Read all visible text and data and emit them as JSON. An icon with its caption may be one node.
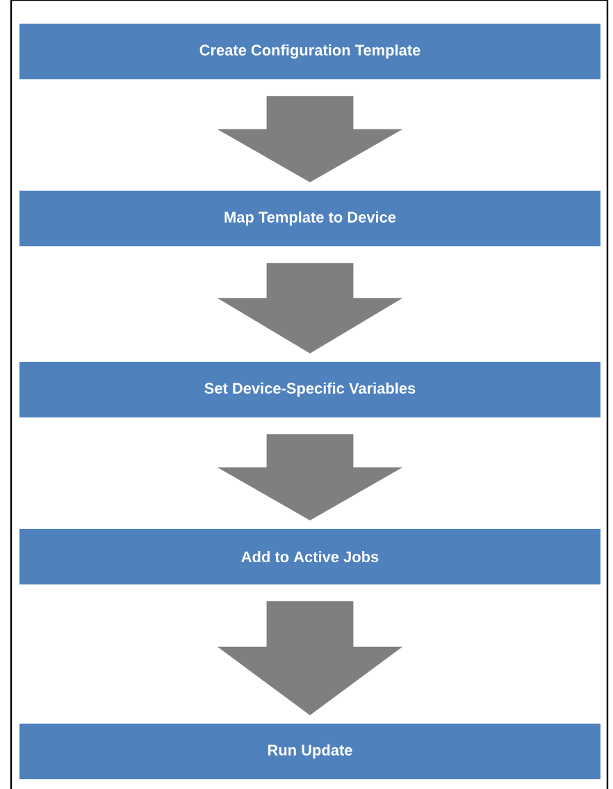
{
  "diagram": {
    "nodes": [
      {
        "text": [
          "Create Configuration Template"
        ]
      },
      {
        "text": [
          "Map Template to Device"
        ]
      },
      {
        "text": [
          "Set Device-Specific Variables"
        ]
      },
      {
        "text": [
          "Add to Active Jobs"
        ]
      },
      {
        "text": [
          "Run Update"
        ]
      }
    ],
    "edges": [
      {
        "from": 0,
        "to": 1,
        "arrow": "to"
      },
      {
        "from": 1,
        "to": 2,
        "arrow": "to"
      },
      {
        "from": 2,
        "to": 3,
        "arrow": "to"
      },
      {
        "from": 3,
        "to": 4,
        "arrow": "to"
      }
    ]
  }
}
